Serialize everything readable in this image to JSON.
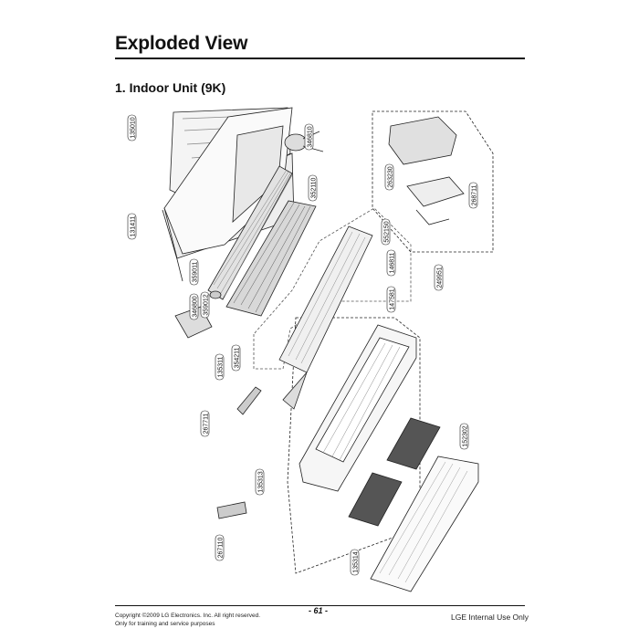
{
  "page": {
    "title": "Exploded View",
    "subtitle": "1. Indoor Unit (9K)"
  },
  "parts": [
    {
      "code": "135010"
    },
    {
      "code": "346810"
    },
    {
      "code": "352110"
    },
    {
      "code": "263230"
    },
    {
      "code": "359011"
    },
    {
      "code": "131411"
    },
    {
      "code": "346800"
    },
    {
      "code": "359012"
    },
    {
      "code": "552150"
    },
    {
      "code": "146811"
    },
    {
      "code": "147581"
    },
    {
      "code": "249951"
    },
    {
      "code": "135311"
    },
    {
      "code": "354211"
    },
    {
      "code": "267711"
    },
    {
      "code": "152302"
    },
    {
      "code": "135313"
    },
    {
      "code": "135314"
    },
    {
      "code": "267110"
    },
    {
      "code": "268711"
    }
  ],
  "footer": {
    "copyright": "Copyright ©2009 LG Electronics. Inc. All right reserved.",
    "usage": "Only for training and service purposes",
    "page_number": "- 61 -",
    "internal": "LGE Internal Use Only"
  }
}
